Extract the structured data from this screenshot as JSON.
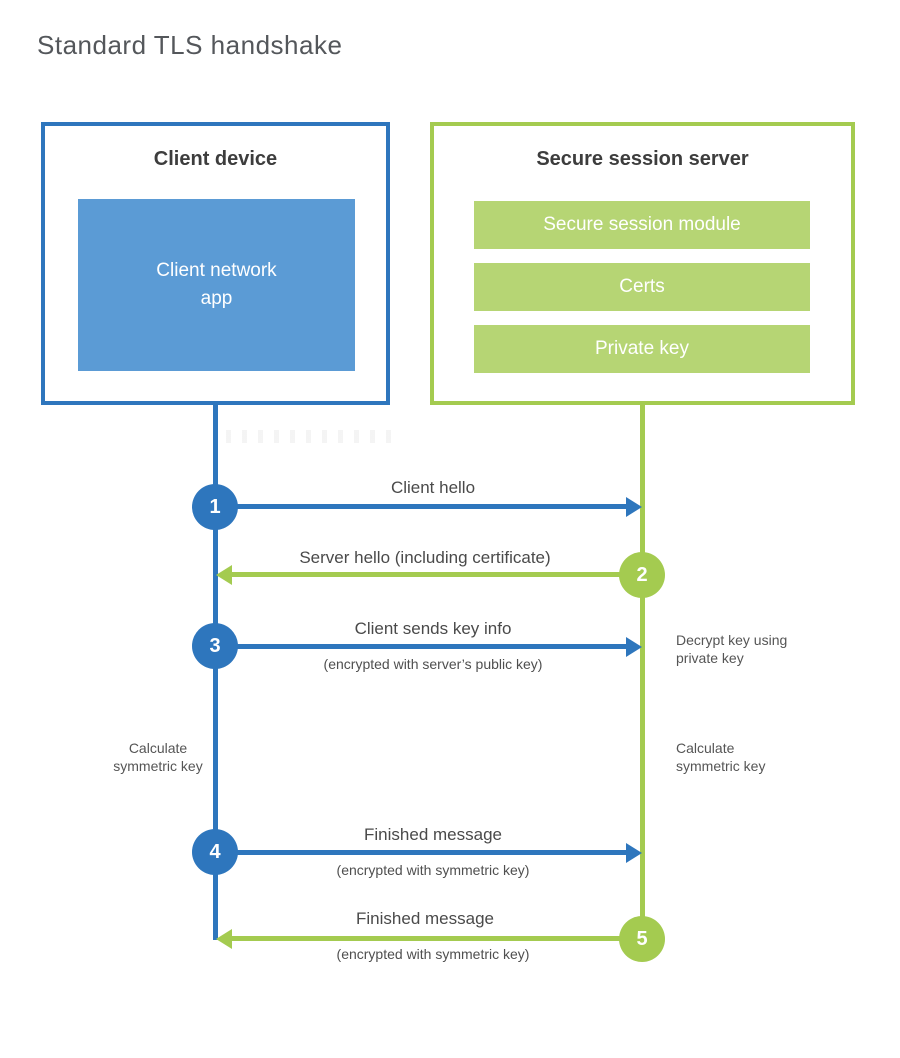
{
  "title": "Standard TLS handshake",
  "colors": {
    "blue_accent": "#2e76bd",
    "blue_fill": "#5b9bd5",
    "green_accent": "#a4cb50",
    "green_fill": "#b6d574",
    "heading_text": "#3d3d3d",
    "label_text": "#4a4a4a"
  },
  "client": {
    "title": "Client device",
    "app_label": "Client network\napp"
  },
  "server": {
    "title": "Secure session server",
    "modules": [
      "Secure session module",
      "Certs",
      "Private key"
    ]
  },
  "steps": [
    {
      "num": "1",
      "actor": "client",
      "direction": "right",
      "label": "Client hello",
      "sub": ""
    },
    {
      "num": "2",
      "actor": "server",
      "direction": "left",
      "label": "Server hello (including certificate)",
      "sub": ""
    },
    {
      "num": "3",
      "actor": "client",
      "direction": "right",
      "label": "Client sends key info",
      "sub": "(encrypted with server’s public key)"
    },
    {
      "num": "4",
      "actor": "client",
      "direction": "right",
      "label": "Finished message",
      "sub": "(encrypted with symmetric key)"
    },
    {
      "num": "5",
      "actor": "server",
      "direction": "left",
      "label": "Finished message",
      "sub": "(encrypted with symmetric key)"
    }
  ],
  "notes": {
    "decrypt": "Decrypt key using\nprivate key",
    "calculate_left": "Calculate\nsymmetric key",
    "calculate_right": "Calculate\nsymmetric key"
  }
}
